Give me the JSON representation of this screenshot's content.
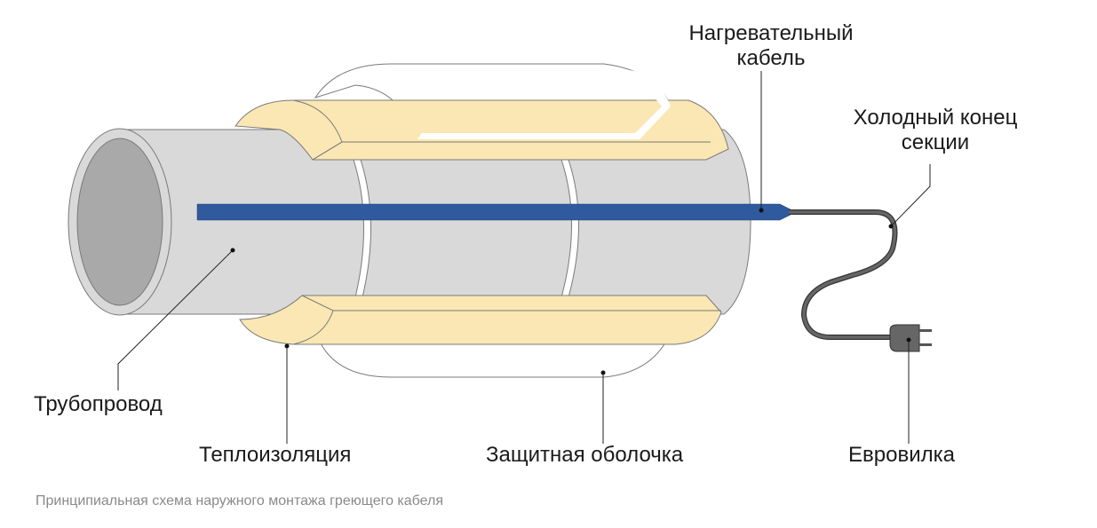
{
  "labels": {
    "heating_cable_1": "Нагревательный",
    "heating_cable_2": "кабель",
    "cold_end_1": "Холодный конец",
    "cold_end_2": "секции",
    "pipeline": "Трубопровод",
    "insulation": "Теплоизоляция",
    "shell": "Защитная оболочка",
    "plug": "Евровилка"
  },
  "caption": "Принципиальная схема наружного монтажа греющего кабеля",
  "colors": {
    "pipe": "#d9d9d9",
    "pipe_inner": "#a9a9a9",
    "insulation": "#fbe7b3",
    "cable": "#2f5a9e",
    "cold_cable": "#555555",
    "shell": "#ffffff"
  }
}
